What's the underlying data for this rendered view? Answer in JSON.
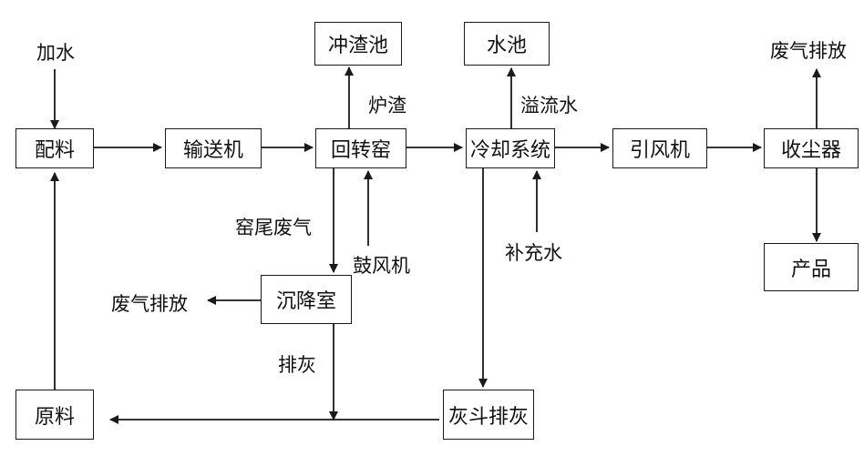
{
  "nodes": {
    "peiliao": "配料",
    "shusongji": "输送机",
    "huizhuanyao": "回转窑",
    "lengque": "冷却系统",
    "yinfengji": "引风机",
    "shouchenqi": "收尘器",
    "chongzhachi": "冲渣池",
    "shuichi": "水池",
    "chanpin": "产品",
    "chenjiangshi": "沉降室",
    "yuanliao": "原料",
    "huidou": "灰斗排灰"
  },
  "labels": {
    "jiashui": "加水",
    "fqpf_top": "废气排放",
    "luzha": "炉渣",
    "yiliushui": "溢流水",
    "yaowei": "窑尾废气",
    "gufengji": "鼓风机",
    "buchongshui": "补充水",
    "fqpf_left": "废气排放",
    "paihui": "排灰"
  },
  "colors": {
    "line": "#1a1a1a"
  }
}
